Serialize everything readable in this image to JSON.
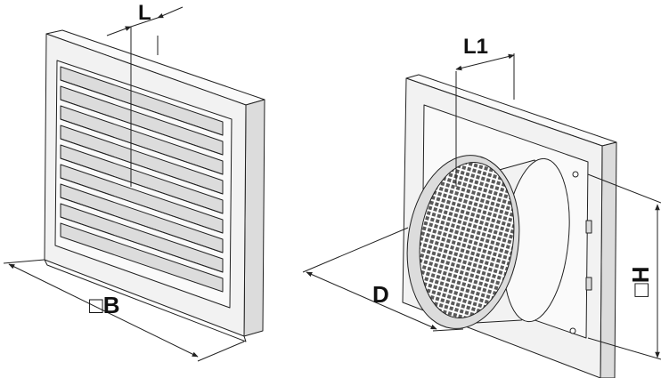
{
  "labels": {
    "dim_L": "L",
    "dim_L1": "L1",
    "dim_B": "□B",
    "dim_D": "D",
    "dim_H": "□H"
  },
  "colors": {
    "line": "#222222",
    "background": "#ffffff"
  }
}
